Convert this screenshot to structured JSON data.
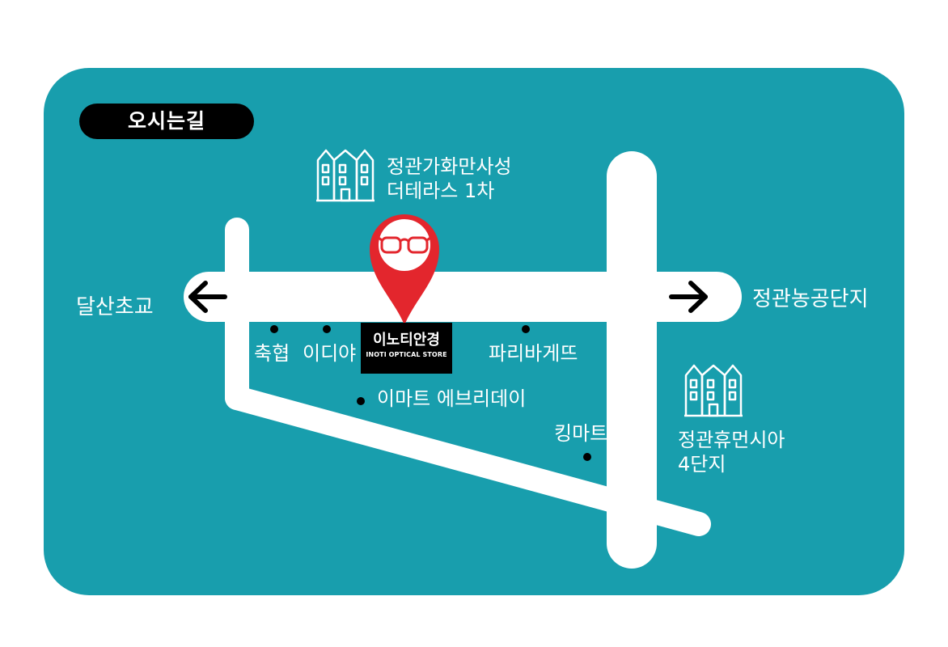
{
  "header": {
    "title": "오시는길"
  },
  "buildings": {
    "top": {
      "line1": "정관가화만사성",
      "line2": "더테라스 1차",
      "icon": "building-icon"
    },
    "right": {
      "line1": "정관휴먼시아",
      "line2": "4단지",
      "icon": "building-icon"
    }
  },
  "directions": {
    "left": "달산초교",
    "right": "정관농공단지"
  },
  "landmarks": {
    "chukhyup": "축협",
    "ediya": "이디야",
    "paris": "파리바게뜨",
    "emart": "이마트 에브리데이",
    "kingmart": "킹마트"
  },
  "store": {
    "name_kr": "이노티안경",
    "name_en": "INOTI OPTICAL STORE",
    "icon": "glasses-icon"
  },
  "colors": {
    "background": "#189ead",
    "road": "#ffffff",
    "pin": "#e3262d",
    "text": "#ffffff",
    "badge": "#000000"
  }
}
